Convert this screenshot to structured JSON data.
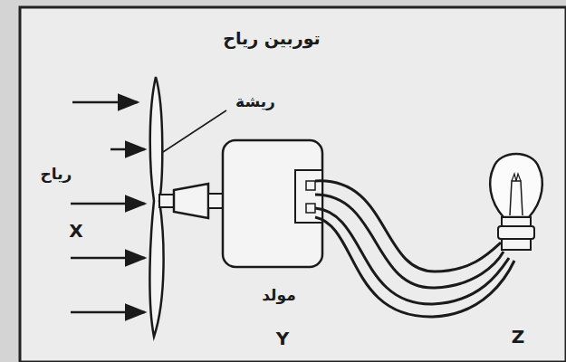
{
  "diagram": {
    "title": "توربين رياح",
    "labels": [
      "ريشة",
      "رياح",
      "X",
      "مولد",
      "Y",
      "Z"
    ]
  }
}
